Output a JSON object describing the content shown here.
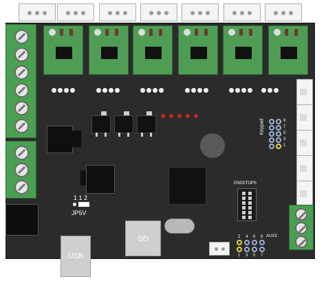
{
  "labels": {
    "keypad": "Keypad",
    "endstops": "ENDSTOPS",
    "aux3": "AUX3",
    "jumper_numbers": "1 1 2",
    "jumper_name": "JP5V",
    "sd": "SD",
    "usb": "USB"
  },
  "keypad_pin_numbers": [
    "9",
    "7",
    "5",
    "3",
    "1"
  ],
  "aux3_pin_numbers": {
    "top": [
      "2",
      "4",
      "6",
      "8"
    ],
    "bottom": [
      "1",
      "3",
      "5",
      "7"
    ]
  },
  "colors": {
    "board": "#2b2b2b",
    "terminal_green": "#48a050",
    "driver_green": "#4f9d55",
    "led_red": "#c42a1f",
    "pin_highlight": "#e6d83c"
  }
}
